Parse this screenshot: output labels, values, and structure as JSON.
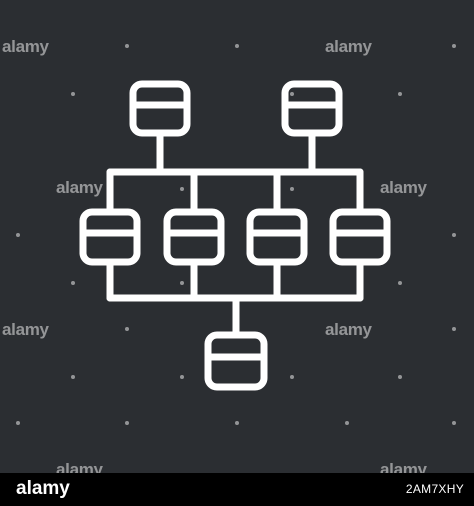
{
  "colors": {
    "background": "#2b2e32",
    "stroke": "#ffffff",
    "footer": "#000000"
  },
  "watermark": {
    "text": "alamy"
  },
  "icon": {
    "name": "database-network-chalk-icon"
  },
  "footer": {
    "logo": "alamy",
    "image_id": "2AM7XHY"
  }
}
